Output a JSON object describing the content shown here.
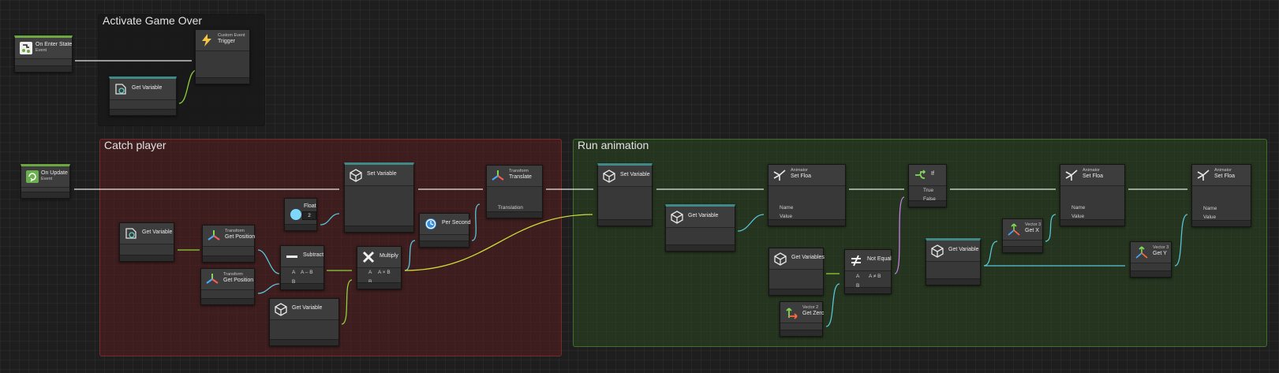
{
  "groups": {
    "game_over": "Activate Game Over",
    "catch_player": "Catch player",
    "run_animation": "Run animation"
  },
  "nodes": {
    "on_enter_state": {
      "title": "On Enter State",
      "subtitle": "Event",
      "icon": "event-enter-icon"
    },
    "custom_event_trigger": {
      "subtitle": "Custom Event",
      "title": "Trigger",
      "icon": "lightning-icon"
    },
    "get_variable_a": {
      "title": "Get Variable",
      "icon": "object-variable-icon"
    },
    "on_update": {
      "title": "On Update",
      "subtitle": "Event",
      "icon": "event-update-icon"
    },
    "get_variable_b": {
      "title": "Get Variable",
      "icon": "object-variable-icon"
    },
    "get_position_a": {
      "subtitle": "Transform",
      "title": "Get Position",
      "icon": "transform-icon"
    },
    "get_position_b": {
      "subtitle": "Transform",
      "title": "Get Position",
      "icon": "transform-icon"
    },
    "subtract": {
      "title": "Subtract",
      "port_a": "A",
      "port_out": "A – B",
      "port_b": "B",
      "icon": "minus-icon"
    },
    "float": {
      "title": "Float",
      "value": "2",
      "icon": "float-circle-icon"
    },
    "get_variable_c": {
      "title": "Get Variable",
      "icon": "cube-icon"
    },
    "multiply": {
      "title": "Multiply",
      "port_a": "A",
      "port_out": "A × B",
      "port_b": "B",
      "icon": "multiply-icon"
    },
    "set_variable_a": {
      "title": "Set Variable",
      "icon": "cube-icon"
    },
    "per_second": {
      "title": "Per Second",
      "icon": "clock-icon"
    },
    "translate": {
      "subtitle": "Transform",
      "title": "Translate",
      "port_translation": "Translation",
      "icon": "transform-icon"
    },
    "set_variable_b": {
      "title": "Set Variable",
      "icon": "cube-icon"
    },
    "get_variable_d": {
      "title": "Get Variable",
      "icon": "cube-icon"
    },
    "set_float_a": {
      "subtitle": "Animator",
      "title": "Set Floa",
      "port_name": "Name",
      "port_value": "Value",
      "icon": "animator-icon"
    },
    "get_variable_e": {
      "title": "Get Variables",
      "icon": "cube-icon"
    },
    "vector2_get_zero": {
      "subtitle": "Vector 2",
      "title": "Get Zerc",
      "icon": "vector-icon"
    },
    "not_equal": {
      "title": "Not Equal",
      "port_a": "A",
      "port_out": "A ≠ B",
      "port_b": "B",
      "icon": "not-equal-icon"
    },
    "if_node": {
      "title": "If",
      "port_true": "True",
      "port_false": "False",
      "icon": "branch-icon"
    },
    "get_variable_f": {
      "title": "Get Variable",
      "icon": "cube-icon"
    },
    "vector3_get_x": {
      "subtitle": "Vector 3",
      "title": "Get X",
      "icon": "vector-icon"
    },
    "set_float_b": {
      "subtitle": "Animator",
      "title": "Set Floa",
      "port_name": "Name",
      "port_value": "Value",
      "icon": "animator-icon"
    },
    "vector3_get_y": {
      "subtitle": "Vector 3",
      "title": "Get Y",
      "icon": "vector-icon"
    },
    "set_float_c": {
      "subtitle": "Animator",
      "title": "Set Floa",
      "port_name": "Name",
      "port_value": "Value",
      "icon": "animator-icon"
    }
  },
  "colors": {
    "flow": "#e6e6e6",
    "object": "#8fd13b",
    "vector": "#58c4d9",
    "float": "#7fd7ff",
    "bool": "#c57de6",
    "yellow": "#cfdd3a",
    "group_red": "#7a2a2a",
    "group_green": "#3f6e2d"
  }
}
